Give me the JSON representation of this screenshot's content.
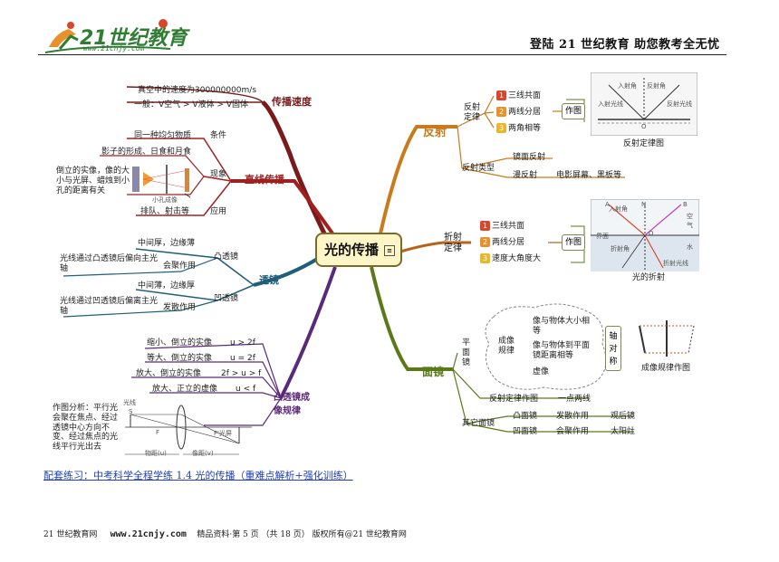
{
  "header": {
    "logo_text": "21世纪教育",
    "logo_url_text": "www.21cnjy.com",
    "right_text": "登陆 21 世纪教育    助您教考全无忧"
  },
  "center": {
    "title": "光的传播"
  },
  "branches": {
    "propagation_speed": {
      "label": "传播速度",
      "items": [
        "真空中的速度为300000000m/s",
        "一般：V空气 > V液体 > V固体"
      ]
    },
    "straight_line": {
      "label": "直线传播",
      "condition_label": "条件",
      "condition": "同一种均匀物质",
      "phenomenon_label": "现象",
      "phenomenon_items": [
        "影子的形成、日食和月食",
        "倒立的实像，像的大小与光屏、蜡烛到小孔的距离有关"
      ],
      "application_label": "应用",
      "application": "排队、射击等",
      "pinhole_caption": "小孔成像"
    },
    "lens": {
      "label": "透镜",
      "convex": "凸透镜",
      "convex_shape": "中间厚，边缘薄",
      "convex_effect_label": "会聚作用",
      "convex_effect": "光线通过凸透镜后偏向主光轴",
      "concave": "凹透镜",
      "concave_shape": "中间薄，边缘厚",
      "concave_effect_label": "发散作用",
      "concave_effect": "光线通过凹透镜后偏离主光轴"
    },
    "imaging": {
      "label": "凸透镜成像规律",
      "rows": [
        [
          "缩小、倒立的实像",
          "u > 2f"
        ],
        [
          "等大、倒立的实像",
          "u = 2f"
        ],
        [
          "放大、倒立的实像",
          "2f > u > f"
        ],
        [
          "放大、正立的虚像",
          "u < f"
        ]
      ],
      "analysis": "作图分析：平行光会聚在焦点、经过透镜中心方向不变、经过焦点的光线平行光出去",
      "diagram_labels": {
        "light": "光线",
        "image": "F'光屏",
        "object_dist": "物距(u)",
        "image_dist": "像距(v)",
        "s": "S",
        "f": "F"
      }
    },
    "reflection": {
      "label": "反射",
      "law_label": "反射定律",
      "law_items": [
        "三线共面",
        "两线分居",
        "两角相等"
      ],
      "diagram_btn": "作图",
      "diagram_caption": "反射定律图",
      "diagram_labels": {
        "incident_angle": "入射角",
        "reflect_angle": "反射角",
        "incident_ray": "入射光线",
        "reflect_ray": "反射光线",
        "o": "O"
      },
      "types_label": "反射类型",
      "types": [
        "镜面反射",
        "漫反射"
      ],
      "diffuse_examples": "电影屏幕、黑板等"
    },
    "refraction": {
      "label": "折射定律",
      "law_items": [
        "三线共面",
        "两线分居",
        "速度大角度大"
      ],
      "diagram_btn": "作图",
      "diagram_caption": "光的折射",
      "diagram_labels": {
        "air": "空气",
        "water": "水",
        "interface": "界面",
        "incident": "入射角",
        "refract": "折射角",
        "refract_ray": "折射光线",
        "normal": "N",
        "o": "O",
        "a": "A",
        "b": "B"
      }
    },
    "mirror": {
      "label": "面镜",
      "plane": "平面镜",
      "imaging_label": "成像规律",
      "imaging_items": [
        "像与物体大小相等",
        "像与物体到平面镜距离相等",
        "虚像"
      ],
      "symmetry": "轴对称",
      "imaging_diagram_caption": "成像规律作图",
      "law_diagram": "反射定律作图",
      "law_diagram_result": "一点两线",
      "other_label": "其它面镜",
      "convex": "凸面镜",
      "convex_effect": "发散作用",
      "convex_use": "观后镜",
      "concave": "凹面镜",
      "concave_effect": "会聚作用",
      "concave_use": "太阳灶"
    }
  },
  "link_text": "配套练习：中考科学全程学练 1.4 光的传播（重难点解析+强化训练）",
  "footer": {
    "text_before": "21 世纪教育网",
    "site": "www.21cnjy.com",
    "text_after": "精品资料·第 5 页 （共 18 页） 版权所有@21 世纪教育网"
  }
}
